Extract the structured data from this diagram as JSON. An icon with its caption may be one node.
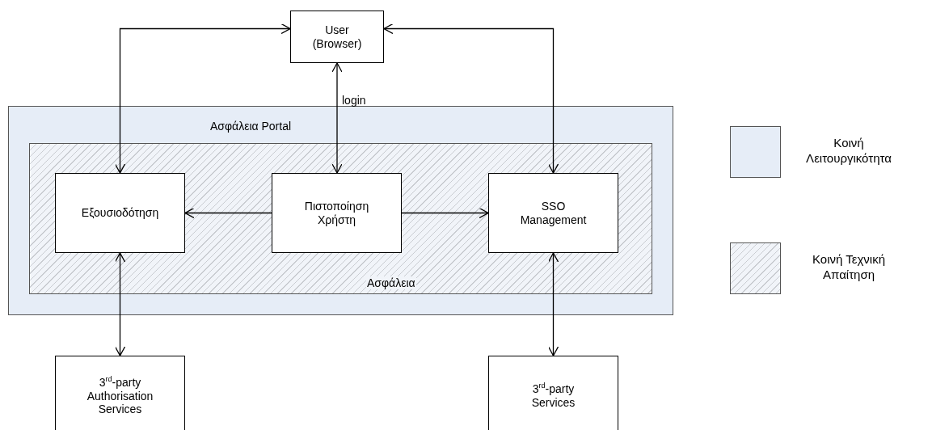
{
  "diagram": {
    "nodes": [
      {
        "text": [
          "User (Browser)"
        ]
      },
      {
        "text": [
          "Ασφάλεια Portal"
        ]
      },
      {
        "text": [
          "Ασφάλεια"
        ],
        "in": 1
      },
      {
        "text": [
          "Εξουσιοδότηση"
        ],
        "in": 2
      },
      {
        "text": [
          "Πιστοποίηση Χρήστη"
        ],
        "in": 2
      },
      {
        "text": [
          "SSO Management"
        ],
        "in": 2
      },
      {
        "text": [
          "3$^{rd}$-party Authorisation Services"
        ]
      },
      {
        "text": [
          "3$^{rd}$-party Services"
        ]
      }
    ],
    "edges": [
      {
        "from": 0,
        "to": 3,
        "arrow": "both"
      },
      {
        "from": 0,
        "to": 4,
        "arrow": "both",
        "label": "login"
      },
      {
        "from": 0,
        "to": 5,
        "arrow": "both"
      },
      {
        "from": 4,
        "to": 3,
        "arrow": "to"
      },
      {
        "from": 4,
        "to": 5,
        "arrow": "to"
      },
      {
        "from": 3,
        "to": 6,
        "arrow": "both"
      },
      {
        "from": 5,
        "to": 7,
        "arrow": "both"
      }
    ],
    "legend": [
      {
        "text": "Κοινή Λειτουργικότητα",
        "color": "#e6edf7"
      },
      {
        "text": "Κοινή Τεχνική Απαίτηση"
      }
    ]
  }
}
